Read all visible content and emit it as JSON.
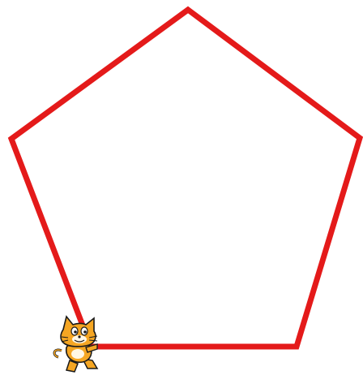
{
  "stage": {
    "background": "#ffffff"
  },
  "pen_drawing": {
    "shape": "pentagon",
    "sides": 5,
    "pen_color": "#e41a1a"
  },
  "sprite": {
    "name": "cat-sprite",
    "body_color": "#f5a623",
    "outline_color": "#1a1a1a"
  }
}
